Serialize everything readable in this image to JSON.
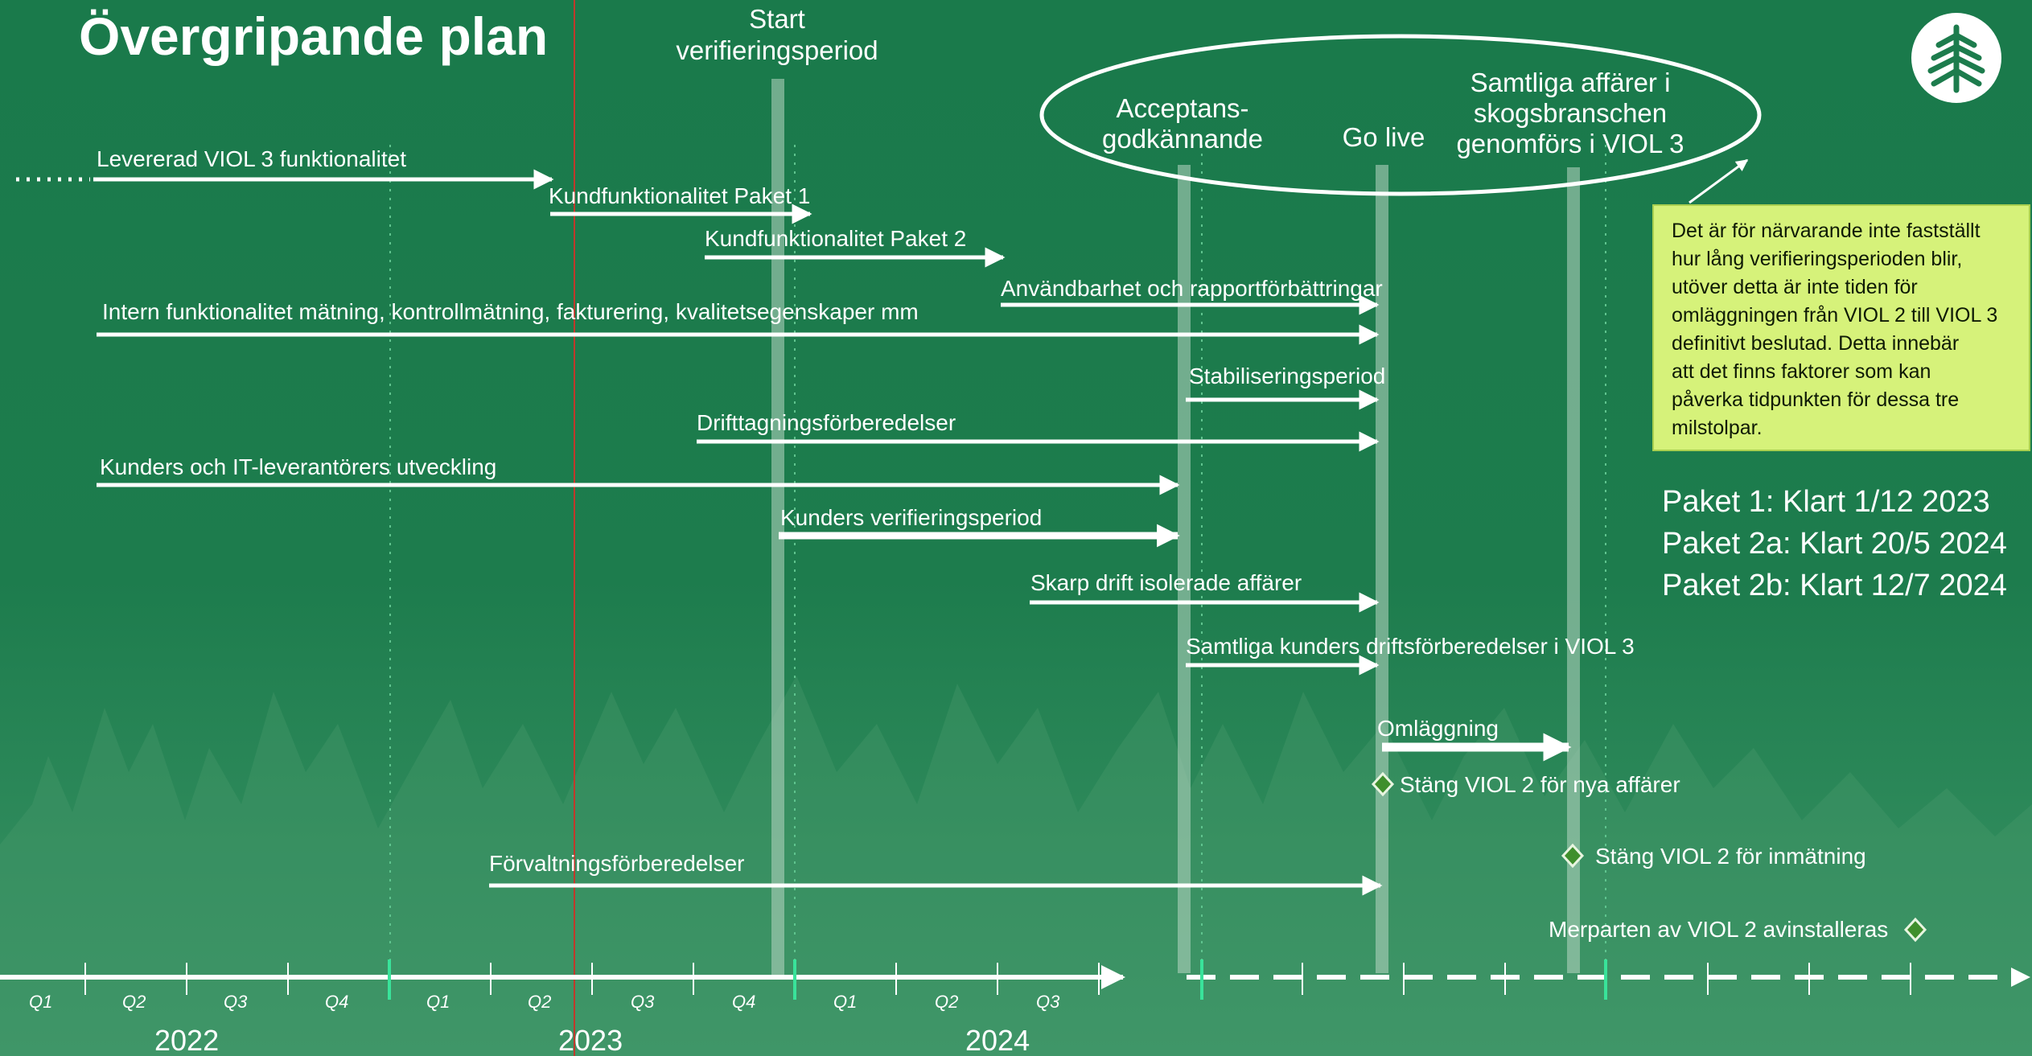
{
  "title": "Övergripande plan",
  "milestones": {
    "start_line1": "Start",
    "start_line2": "verifieringsperiod",
    "accept_line1": "Acceptans-",
    "accept_line2": "godkännande",
    "golive": "Go live",
    "samtliga_line1": "Samtliga affärer i",
    "samtliga_line2": "skogsbranschen",
    "samtliga_line3": "genomförs i VIOL 3"
  },
  "activities": [
    {
      "label": "Levererad VIOL 3 funktionalitet"
    },
    {
      "label": "Kundfunktionalitet Paket 1"
    },
    {
      "label": "Kundfunktionalitet Paket 2"
    },
    {
      "label": "Användbarhet och rapportförbättringar"
    },
    {
      "label": "Intern funktionalitet mätning, kontrollmätning, fakturering, kvalitetsegenskaper mm"
    },
    {
      "label": "Stabiliseringsperiod"
    },
    {
      "label": "Drifttagningsförberedelser"
    },
    {
      "label": "Kunders och IT-leverantörers utveckling"
    },
    {
      "label": "Kunders verifieringsperiod"
    },
    {
      "label": "Skarp drift isolerade affärer"
    },
    {
      "label": "Samtliga kunders driftsförberedelser i VIOL 3"
    },
    {
      "label": "Omläggning"
    },
    {
      "label": "Stäng VIOL 2 för nya affärer"
    },
    {
      "label": "Stäng VIOL 2 för inmätning"
    },
    {
      "label": "Förvaltningsförberedelser"
    },
    {
      "label": "Merparten av VIOL 2 avinstalleras"
    }
  ],
  "note": {
    "lines": [
      "Det är för närvarande inte fastställt",
      "hur lång verifieringsperioden blir,",
      "utöver detta är inte tiden för",
      "omläggningen från VIOL 2 till VIOL 3",
      "definitivt beslutad. Detta innebär",
      "att det finns faktorer som kan",
      "påverka tidpunkten för dessa tre",
      "milstolpar."
    ]
  },
  "pakets": [
    "Paket 1: Klart 1/12 2023",
    "Paket 2a: Klart 20/5 2024",
    "Paket 2b: Klart 12/7 2024"
  ],
  "axis": {
    "quarters": [
      "Q1",
      "Q2",
      "Q3",
      "Q4",
      "Q1",
      "Q2",
      "Q3",
      "Q4",
      "Q1",
      "Q2",
      "Q3"
    ],
    "years": [
      "2022",
      "2023",
      "2024"
    ]
  },
  "colors": {
    "background": "#1f7a4c",
    "note_bg": "#d6f27a",
    "diamond": "#3f8f2c",
    "accent_tick": "#39e39a",
    "today_line": "#c0392b"
  },
  "icons": {
    "logo": "tree-logo-icon"
  }
}
